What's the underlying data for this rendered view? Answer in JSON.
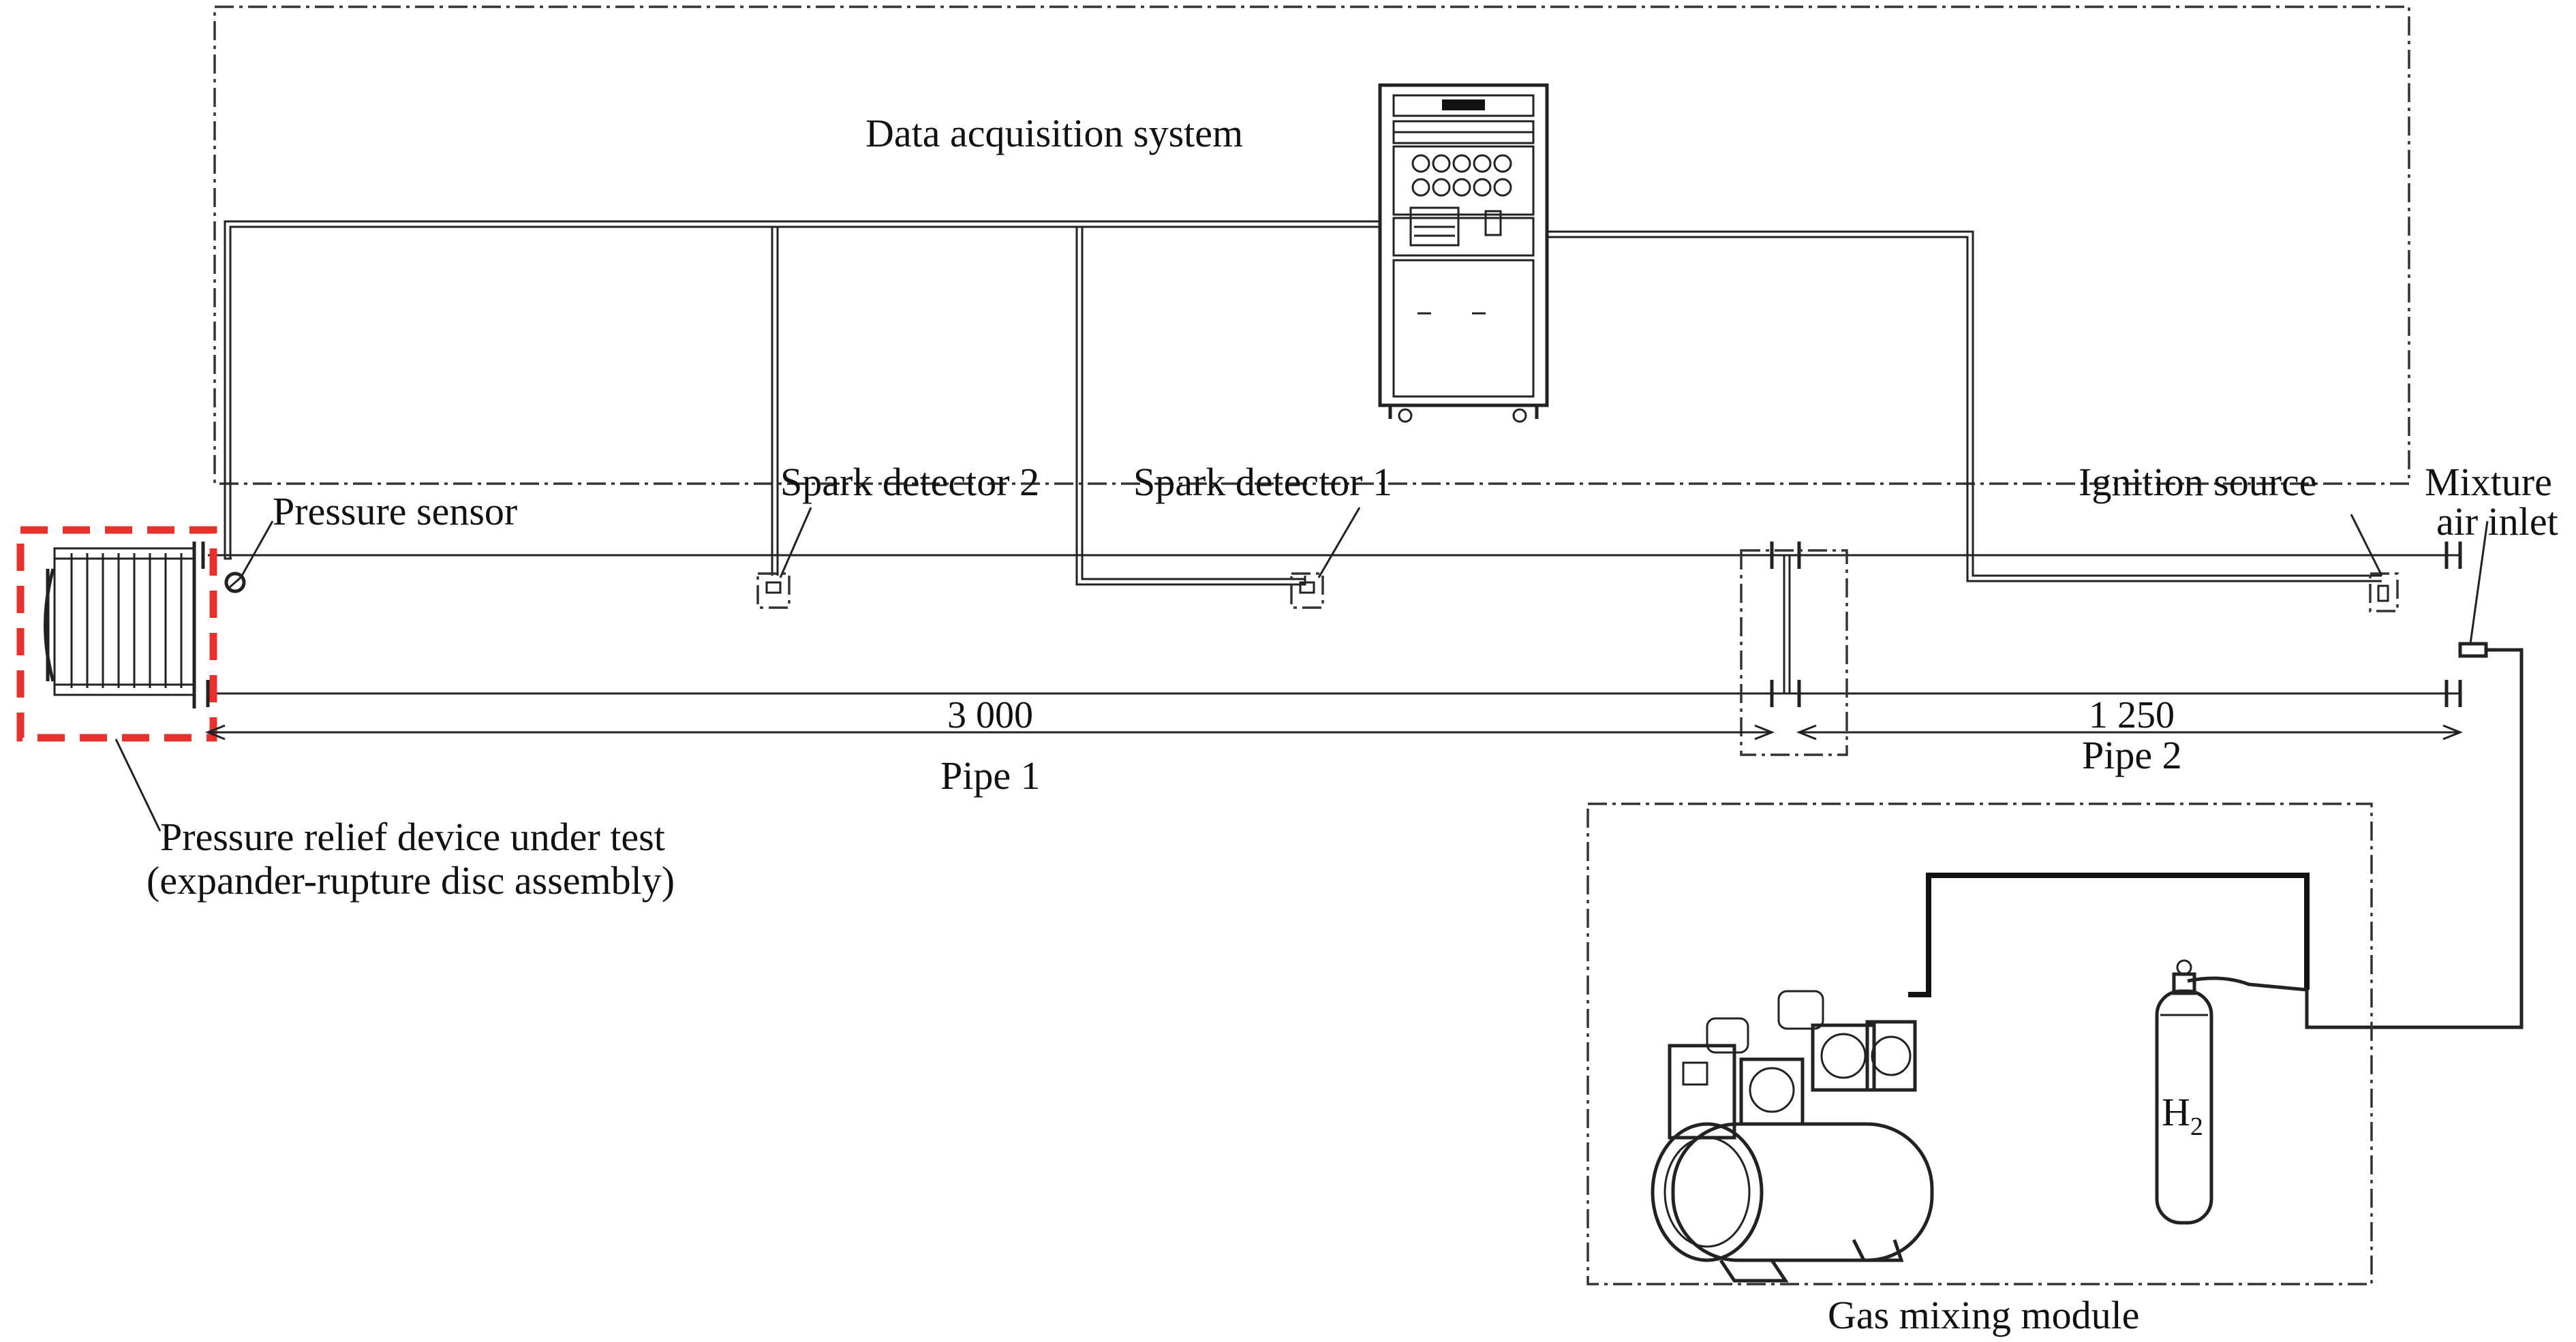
{
  "labels": {
    "daq": "Data acquisition system",
    "pressure_sensor": "Pressure sensor",
    "spark2": "Spark detector 2",
    "spark1": "Spark detector 1",
    "ignition": "Ignition source",
    "mixture_inlet_1": "Mixture",
    "mixture_inlet_2": "air inlet",
    "prd_1": "Pressure relief device under test",
    "prd_2": "(expander-rupture disc assembly)",
    "pipe1": "Pipe 1",
    "pipe2": "Pipe 2",
    "dim1": "3 000",
    "dim2": "1 250",
    "gas_module": "Gas mixing module",
    "h2": "H",
    "h2_sub": "2"
  },
  "colors": {
    "highlight": "#e8312a",
    "line": "#222222"
  }
}
